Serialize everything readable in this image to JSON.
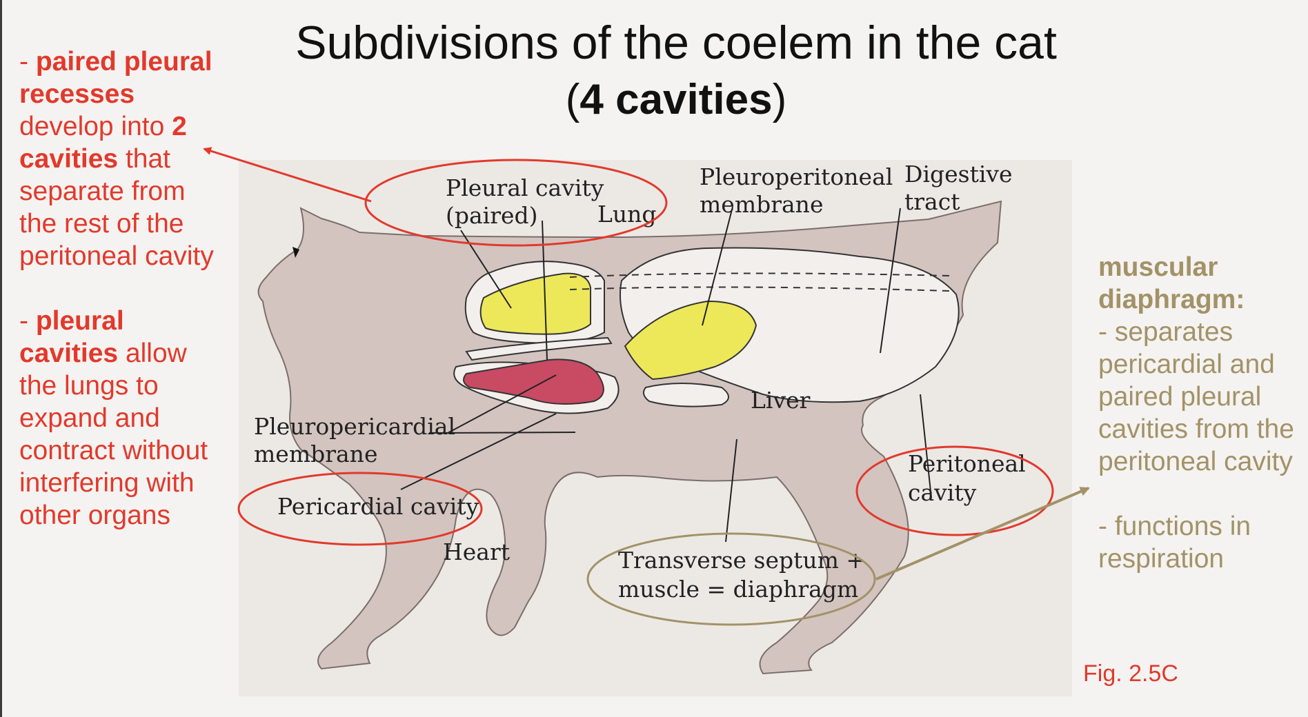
{
  "title": "Subdivisions of the coelem in the cat",
  "subtitle": {
    "open": "(",
    "bold": "4 cavities",
    "close": ")"
  },
  "left_note": {
    "p1": {
      "a": "- ",
      "b": "paired pleural recesses",
      "c": " develop into ",
      "d": "2 cavities",
      "e": " that separate from the rest of the peritoneal cavity"
    },
    "p2": {
      "a": "- ",
      "b": "pleural cavities",
      "c": " allow the lungs to expand and contract without interfering with other organs"
    }
  },
  "right_note": {
    "heading": "muscular diaphragm:",
    "l1": "- separates pericardial and paired pleural cavities from the peritoneal cavity",
    "l2": "- functions in respiration"
  },
  "figure_ref": "Fig. 2.5C",
  "labels": {
    "pleural_1": "Pleural cavity",
    "pleural_2": "(paired)",
    "lung": "Lung",
    "pleuroperitoneal_1": "Pleuroperitoneal",
    "pleuroperitoneal_2": "membrane",
    "digestive_1": "Digestive",
    "digestive_2": "tract",
    "liver": "Liver",
    "pleuropericardial_1": "Pleuropericardial",
    "pleuropericardial_2": "membrane",
    "pericardial": "Pericardial cavity",
    "heart": "Heart",
    "septum_1": "Transverse septum +",
    "septum_2": "muscle = diaphragm",
    "peritoneal_1": "Peritoneal",
    "peritoneal_2": "cavity"
  },
  "colors": {
    "red": "#e2392b",
    "olive": "#a39267",
    "body": "#d3c4c0",
    "organ_yellow": "#ece85a",
    "heart": "#c94a63",
    "paper": "#ece9e5"
  }
}
